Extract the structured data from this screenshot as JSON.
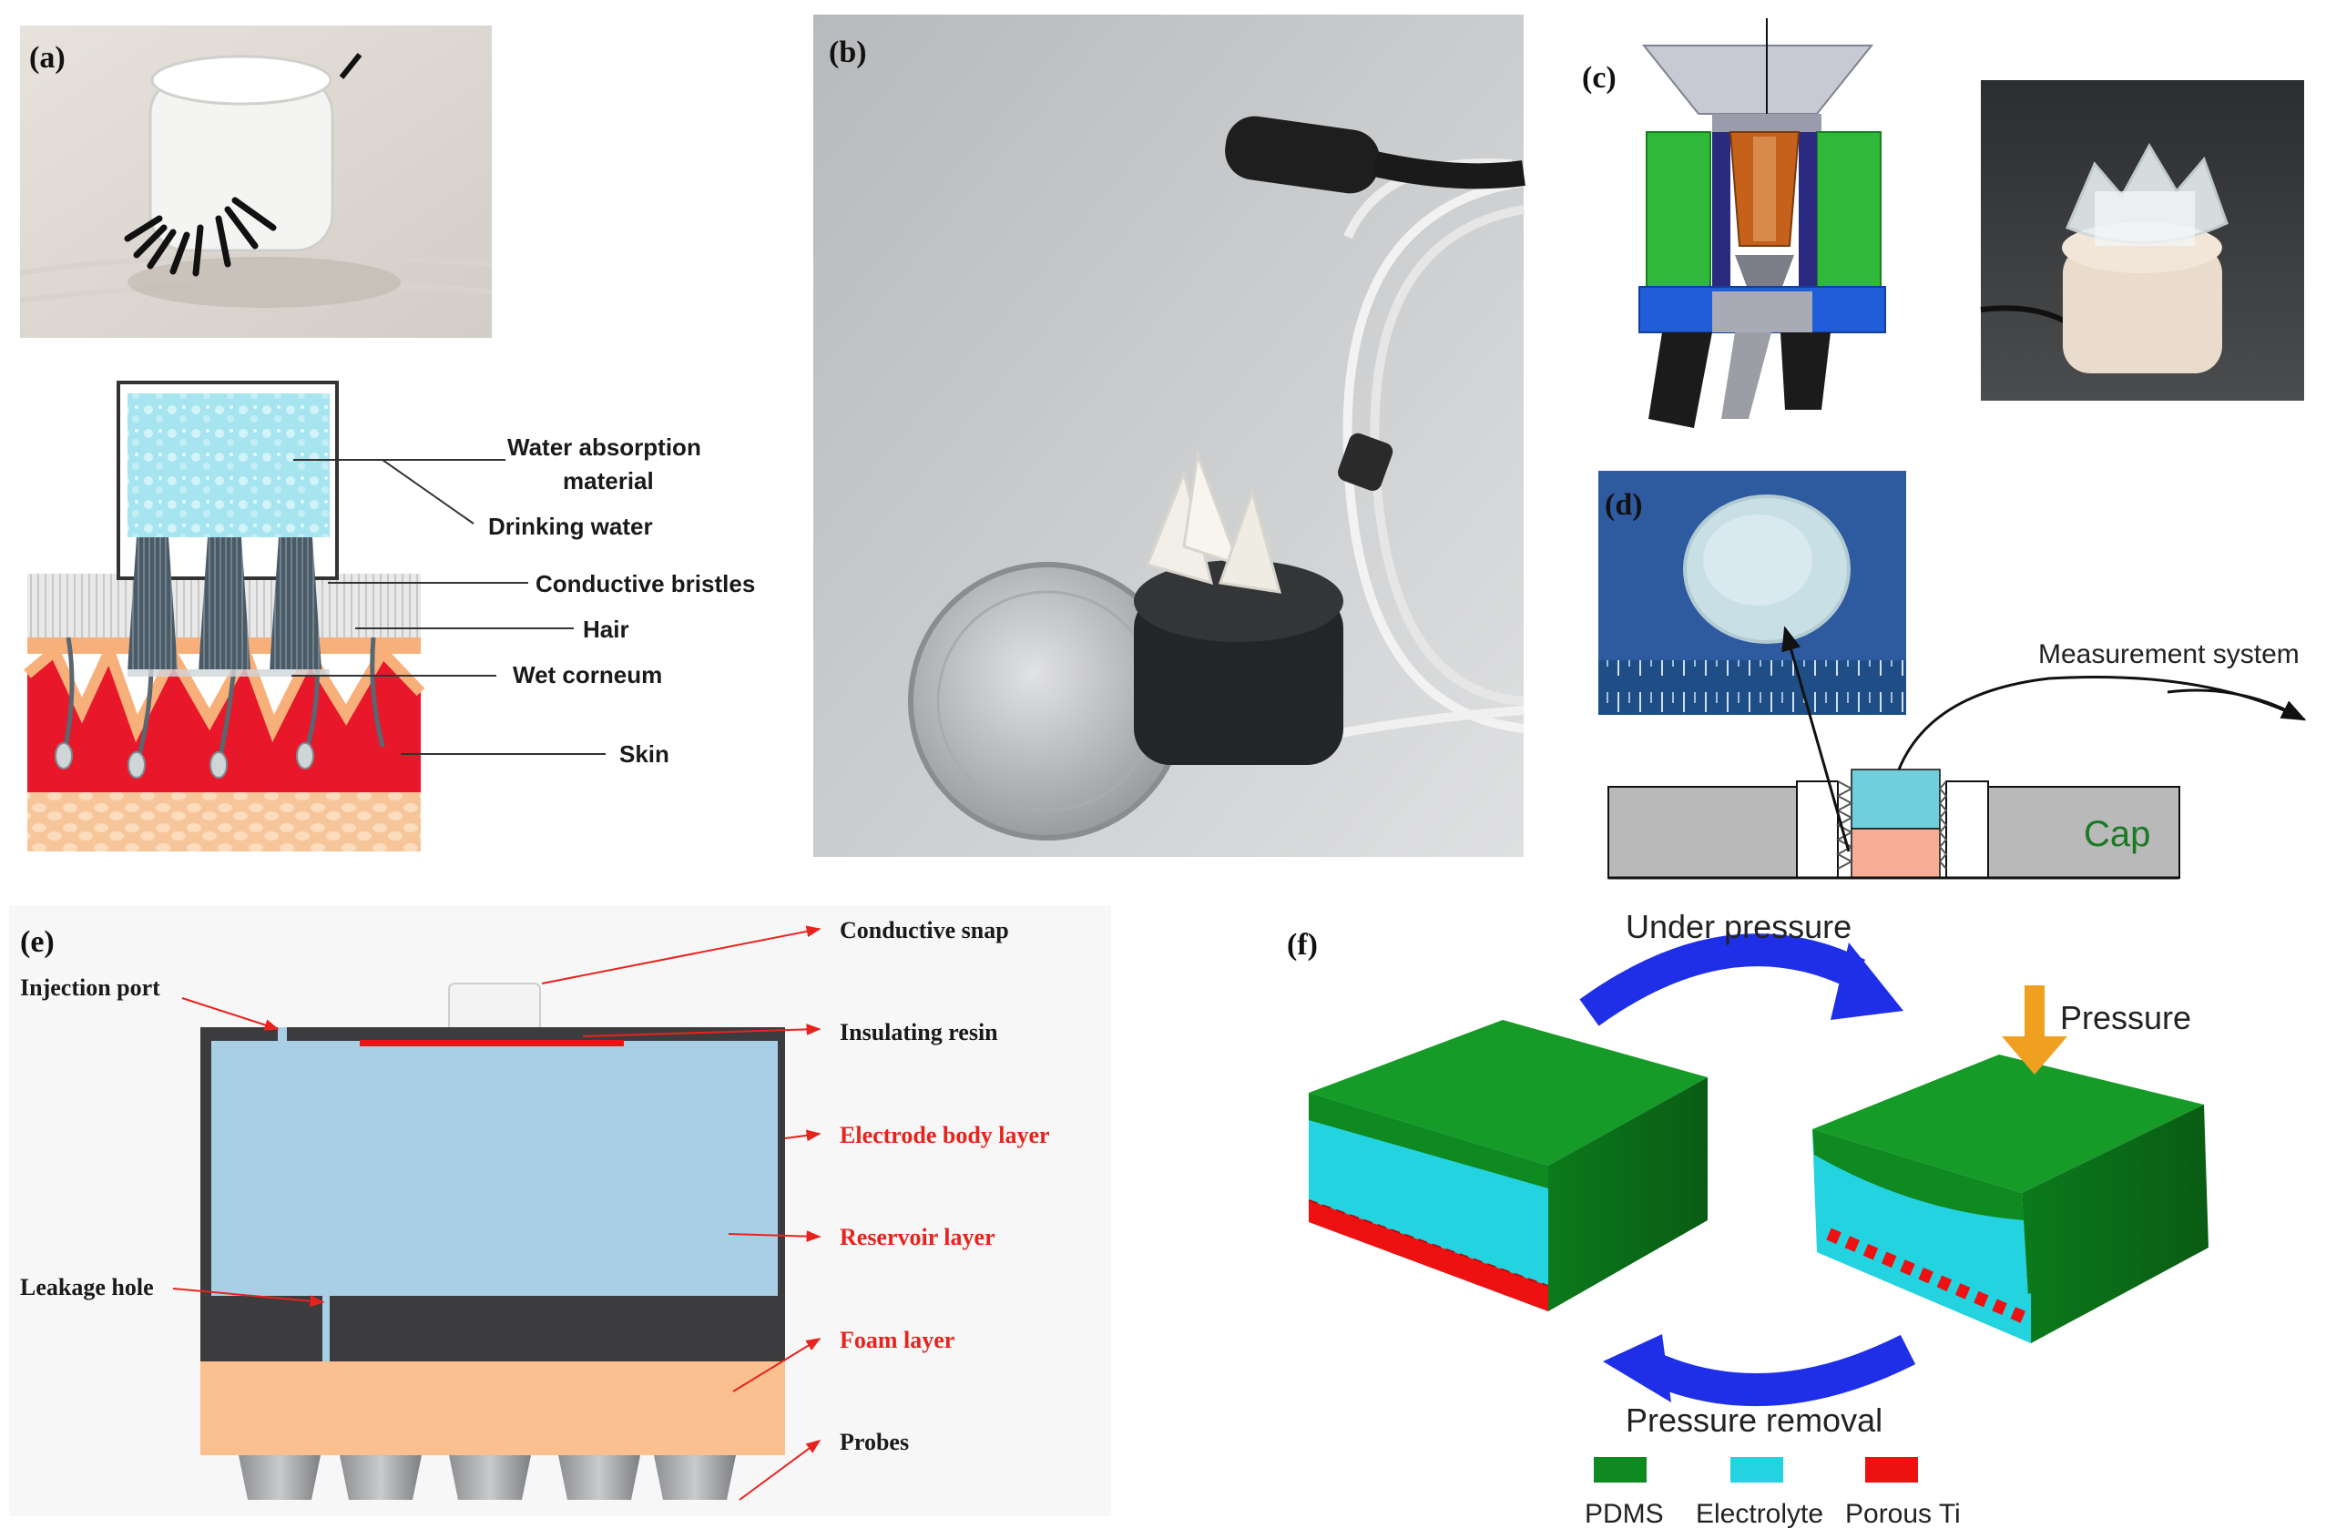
{
  "panels": {
    "a": {
      "letter": "(a)",
      "labels": {
        "water_absorption_line1": "Water absorption",
        "water_absorption_line2": "material",
        "drinking_water": "Drinking water",
        "conductive_bristles": "Conductive bristles",
        "hair": "Hair",
        "wet_corneum": "Wet corneum",
        "skin": "Skin"
      }
    },
    "b": {
      "letter": "(b)"
    },
    "c": {
      "letter": "(c)"
    },
    "d": {
      "letter": "(d)",
      "labels": {
        "measurement_system": "Measurement system",
        "cap": "Cap"
      }
    },
    "e": {
      "letter": "(e)",
      "labels": {
        "conductive_snap": "Conductive snap",
        "injection_port": "Injection port",
        "insulating_resin": "Insulating resin",
        "electrode_body_layer": "Electrode body layer",
        "reservoir_layer": "Reservoir layer",
        "leakage_hole": "Leakage hole",
        "foam_layer": "Foam layer",
        "probes": "Probes"
      }
    },
    "f": {
      "letter": "(f)",
      "labels": {
        "under_pressure": "Under pressure",
        "pressure": "Pressure",
        "pressure_removal": "Pressure removal"
      },
      "legend": [
        {
          "label": "PDMS",
          "color": "#0e8a20"
        },
        {
          "label": "Electrolyte",
          "color": "#24d3e0"
        },
        {
          "label": "Porous Ti",
          "color": "#ee1111"
        }
      ]
    }
  },
  "colors": {
    "pdms_green": "#0e8a20",
    "electrolyte_cyan": "#24d3e0",
    "porous_ti_red": "#ee1111",
    "reservoir_blue": "#a9cfe6",
    "foam_orange": "#fbc08f",
    "arrow_blue": "#1f2fe8",
    "pressure_orange": "#f0a020",
    "label_red": "#e8231d"
  }
}
